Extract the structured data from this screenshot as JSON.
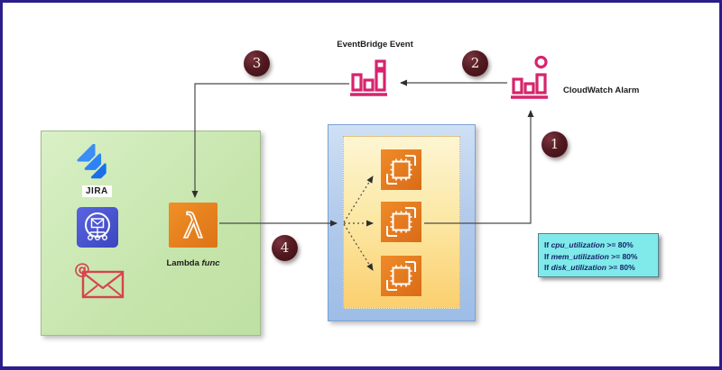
{
  "diagram": {
    "type": "aws-architecture-diagram",
    "nodes": {
      "eventbridge": {
        "label": "EventBridge Event",
        "icon": "eventbridge-bars-icon"
      },
      "cloudwatch": {
        "label": "CloudWatch Alarm",
        "icon": "cloudwatch-alarm-bars-icon"
      },
      "jira": {
        "label": "JIRA",
        "icon": "jira-logo-icon"
      },
      "email_workflow": {
        "icon": "envelope-network-icon"
      },
      "email": {
        "icon": "at-envelope-icon"
      },
      "lambda": {
        "label_prefix": "Lambda ",
        "label_suffix": "func",
        "icon": "lambda-icon"
      },
      "ec2_instances": {
        "count": 3,
        "icon": "ec2-instance-chip-icon"
      }
    },
    "steps": [
      {
        "label": "1"
      },
      {
        "label": "2"
      },
      {
        "label": "3"
      },
      {
        "label": "4"
      }
    ],
    "alarm_rules": [
      {
        "prefix": "If ",
        "metric": "cpu_utilization",
        "condition": " >= 80%"
      },
      {
        "prefix": "If ",
        "metric": "mem_utilization",
        "condition": " >= 80%"
      },
      {
        "prefix": "If ",
        "metric": "disk_utilization",
        "condition": " >= 80%"
      }
    ],
    "colors": {
      "page_border": "#2b1d8c",
      "connector": "#4a4a4a",
      "step_badge": "#481018",
      "green_panel": "#c6e5ac",
      "blue_panel": "#b3cbec",
      "yellow_panel": "#fbd679",
      "aws_orange": "#e4761f",
      "pink_icon": "#d6246e",
      "jira_blue": "#2684ff",
      "ses_indigo": "#4450cc",
      "email_red": "#d6444e",
      "note_fill": "#80e9e9",
      "note_text": "#13246b"
    }
  }
}
